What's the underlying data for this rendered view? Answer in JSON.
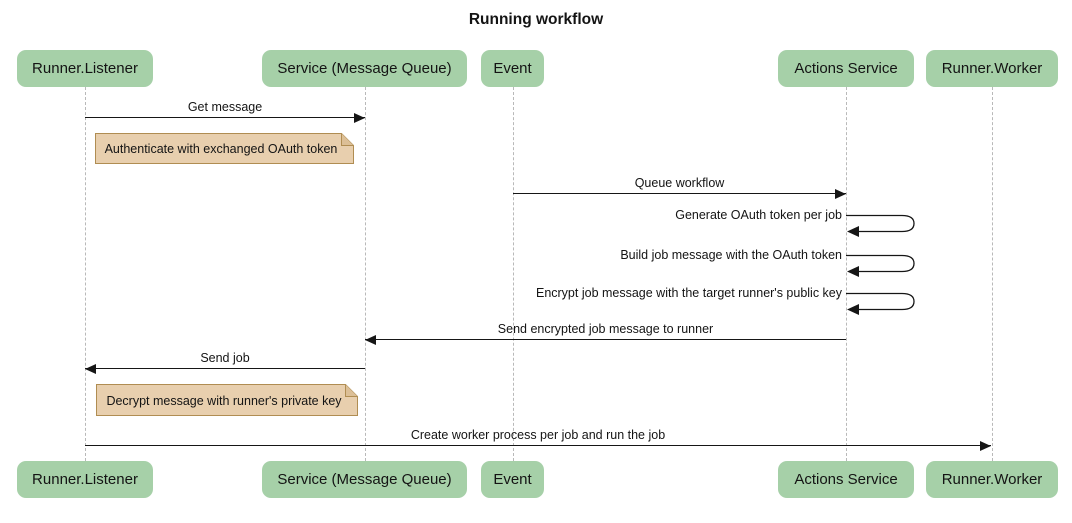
{
  "title": "Running workflow",
  "diagram_type": "sequence",
  "colors": {
    "background": "#ffffff",
    "participant_fill": "#a6d0a8",
    "note_fill": "#e8cfae",
    "note_border": "#b08d52",
    "lifeline": "#b9b9b9",
    "arrow": "#161616",
    "text": "#141414"
  },
  "participants": [
    {
      "id": "runner-listener",
      "label": "Runner.Listener"
    },
    {
      "id": "service-message-queue",
      "label": "Service (Message Queue)"
    },
    {
      "id": "event",
      "label": "Event"
    },
    {
      "id": "actions-service",
      "label": "Actions Service"
    },
    {
      "id": "runner-worker",
      "label": "Runner.Worker"
    }
  ],
  "messages": [
    {
      "kind": "arrow",
      "from": "Runner.Listener",
      "to": "Service (Message Queue)",
      "label": "Get message"
    },
    {
      "kind": "arrow",
      "from": "Event",
      "to": "Actions Service",
      "label": "Queue workflow"
    },
    {
      "kind": "self",
      "from": "Actions Service",
      "to": "Actions Service",
      "label": "Generate OAuth token per job"
    },
    {
      "kind": "self",
      "from": "Actions Service",
      "to": "Actions Service",
      "label": "Build job message with the OAuth token"
    },
    {
      "kind": "self",
      "from": "Actions Service",
      "to": "Actions Service",
      "label": "Encrypt job message with the target runner's public key"
    },
    {
      "kind": "arrow",
      "from": "Actions Service",
      "to": "Service (Message Queue)",
      "label": "Send encrypted job message to runner"
    },
    {
      "kind": "arrow",
      "from": "Service (Message Queue)",
      "to": "Runner.Listener",
      "label": "Send job"
    },
    {
      "kind": "arrow",
      "from": "Runner.Listener",
      "to": "Runner.Worker",
      "label": "Create worker process per job and run the job"
    }
  ],
  "notes": [
    {
      "over": "Runner.Listener",
      "label": "Authenticate with exchanged OAuth token"
    },
    {
      "over": "Runner.Listener",
      "label": "Decrypt message with runner's private key"
    }
  ]
}
